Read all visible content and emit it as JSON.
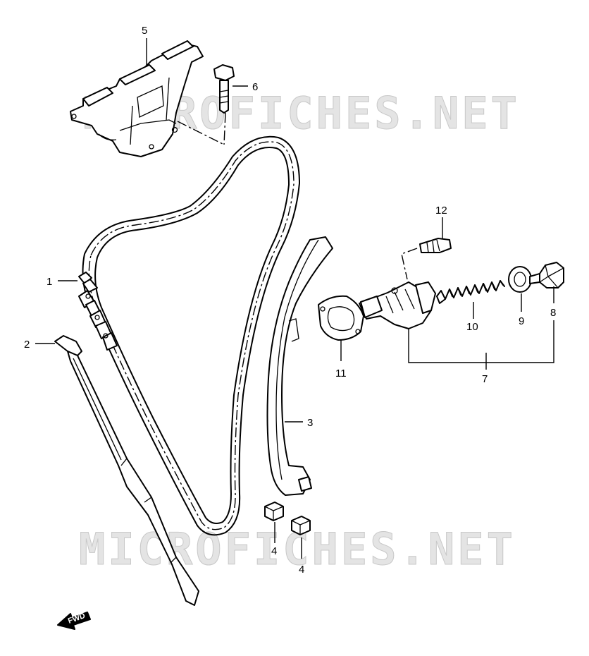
{
  "watermark": {
    "top": "MICROFICHES.NET",
    "bottom": "MICROFICHES.NET"
  },
  "callouts": {
    "c1": "1",
    "c2": "2",
    "c3": "3",
    "c4a": "4",
    "c4b": "4",
    "c5": "5",
    "c6": "6",
    "c7": "7",
    "c8": "8",
    "c9": "9",
    "c10": "10",
    "c11": "11",
    "c12": "12"
  },
  "direction_arrow": {
    "label": "FWD"
  },
  "colors": {
    "line": "#000000",
    "background": "#ffffff",
    "watermark": "#d8d8d8"
  }
}
